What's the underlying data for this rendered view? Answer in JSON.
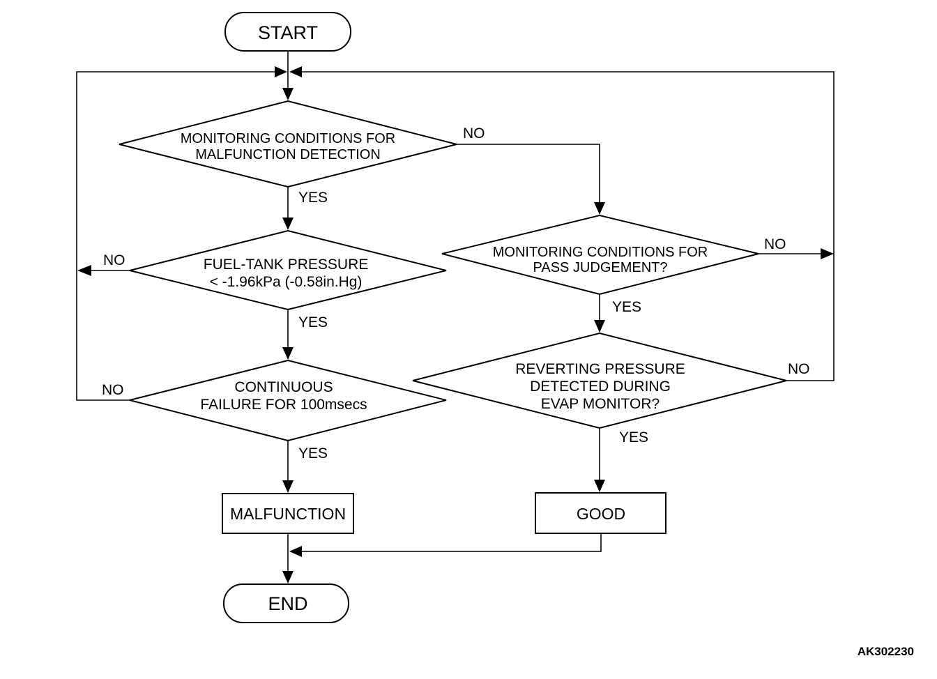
{
  "nodes": {
    "start": "START",
    "end": "END",
    "check_monitoring_malfunction": [
      "MONITORING CONDITIONS FOR",
      "MALFUNCTION DETECTION"
    ],
    "check_fuel_tank_pressure": [
      "FUEL-TANK PRESSURE",
      "< -1.96kPa (-0.58in.Hg)"
    ],
    "check_continuous_failure": [
      "CONTINUOUS",
      "FAILURE FOR 100msecs"
    ],
    "check_monitoring_pass": [
      "MONITORING CONDITIONS FOR",
      "PASS JUDGEMENT?"
    ],
    "check_reverting_pressure": [
      "REVERTING PRESSURE",
      "DETECTED DURING",
      "EVAP MONITOR?"
    ],
    "malfunction": "MALFUNCTION",
    "good": "GOOD"
  },
  "edge_labels": {
    "yes": "YES",
    "no": "NO"
  },
  "figure_id": "AK302230"
}
